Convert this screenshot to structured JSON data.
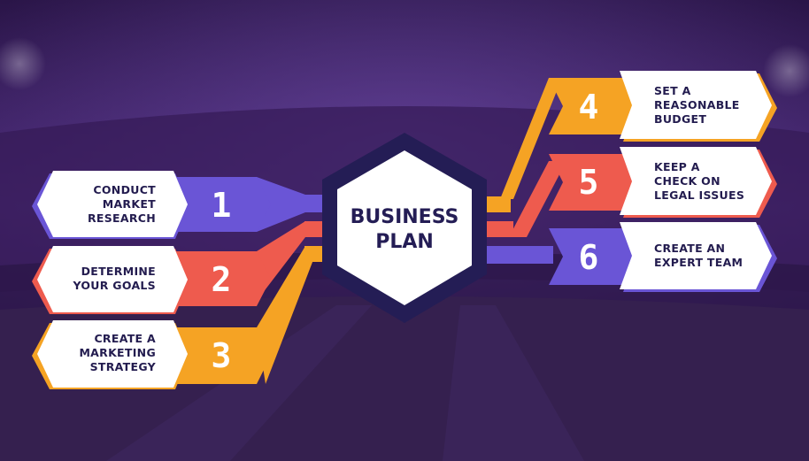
{
  "center": {
    "title": "BUSINESS PLAN",
    "line1": "BUSINESS",
    "line2": "PLAN"
  },
  "colors": {
    "purple": "#6a55d6",
    "red": "#ee5b4e",
    "orange": "#f5a324",
    "navy": "#241d55",
    "card": "#ffffff",
    "background": "#3d2060"
  },
  "steps": [
    {
      "number": "1",
      "lines": [
        "CONDUCT",
        "MARKET",
        "RESEARCH"
      ],
      "color": "purple",
      "side": "left"
    },
    {
      "number": "2",
      "lines": [
        "DETERMINE",
        "YOUR GOALS"
      ],
      "color": "red",
      "side": "left"
    },
    {
      "number": "3",
      "lines": [
        "CREATE A",
        "MARKETING",
        "STRATEGY"
      ],
      "color": "orange",
      "side": "left"
    },
    {
      "number": "4",
      "lines": [
        "SET A",
        "REASONABLE",
        "BUDGET"
      ],
      "color": "orange",
      "side": "right"
    },
    {
      "number": "5",
      "lines": [
        "KEEP A",
        "CHECK ON",
        "LEGAL ISSUES"
      ],
      "color": "red",
      "side": "right"
    },
    {
      "number": "6",
      "lines": [
        "CREATE AN",
        "EXPERT TEAM"
      ],
      "color": "purple",
      "side": "right"
    }
  ]
}
